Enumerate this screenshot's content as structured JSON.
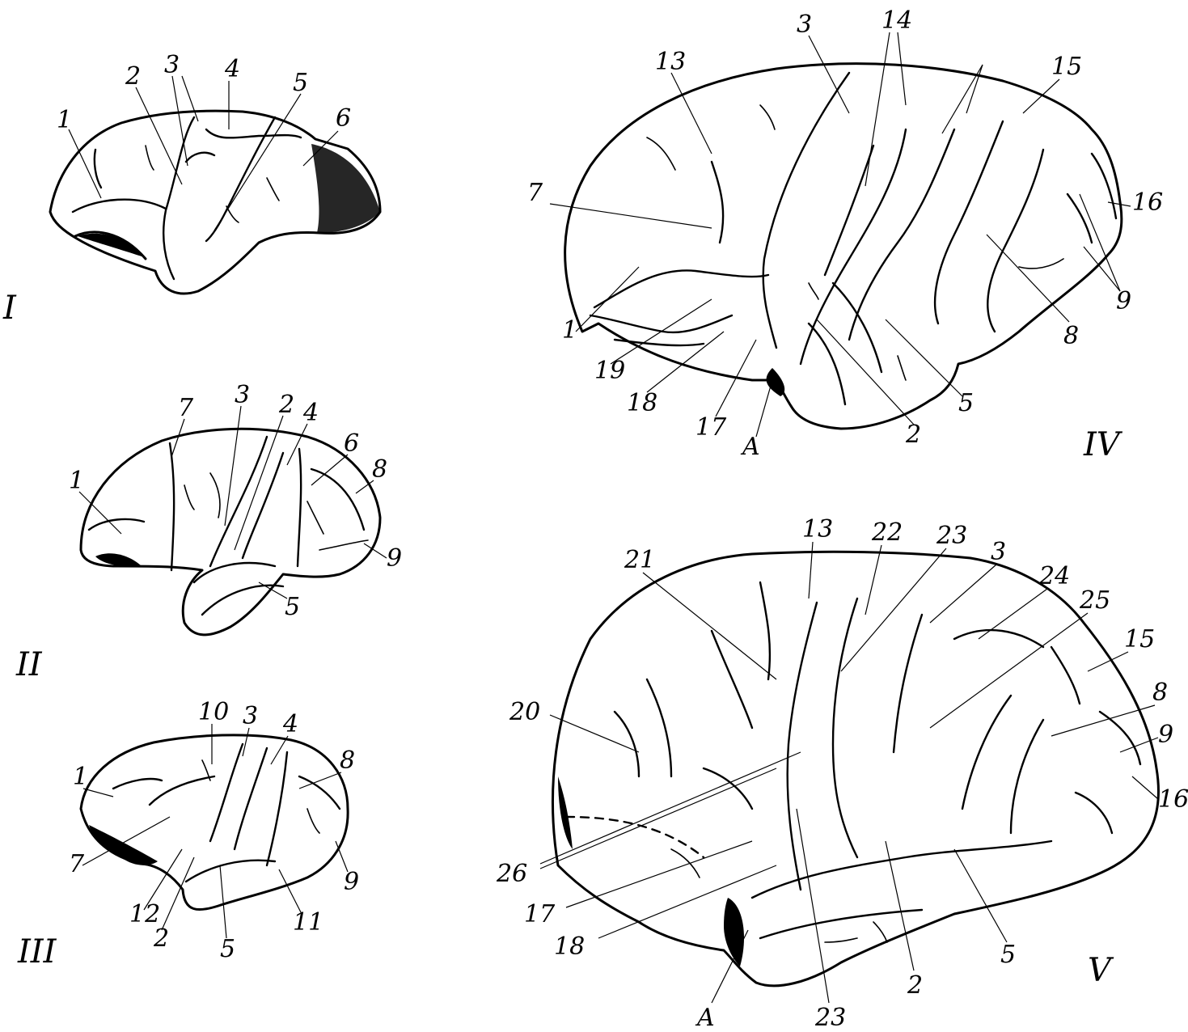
{
  "figure_numerals": {
    "I": "I",
    "II": "II",
    "III": "III",
    "IV": "IV",
    "V": "V"
  },
  "brain_I_labels": [
    "1",
    "2",
    "3",
    "4",
    "5",
    "6"
  ],
  "brain_II_labels": [
    "7",
    "3",
    "2",
    "4",
    "6",
    "8",
    "1",
    "9",
    "5"
  ],
  "brain_III_labels": [
    "10",
    "3",
    "4",
    "8",
    "1",
    "7",
    "12",
    "2",
    "5",
    "11",
    "9"
  ],
  "brain_IV_labels": [
    "13",
    "3",
    "14",
    "15",
    "16",
    "7",
    "1",
    "9",
    "8",
    "19",
    "18",
    "17",
    "A",
    "2",
    "5"
  ],
  "brain_V_labels": [
    "13",
    "22",
    "23",
    "3",
    "24",
    "25",
    "21",
    "15",
    "8",
    "9",
    "20",
    "16",
    "26",
    "17",
    "18",
    "A",
    "23",
    "2",
    "5"
  ]
}
